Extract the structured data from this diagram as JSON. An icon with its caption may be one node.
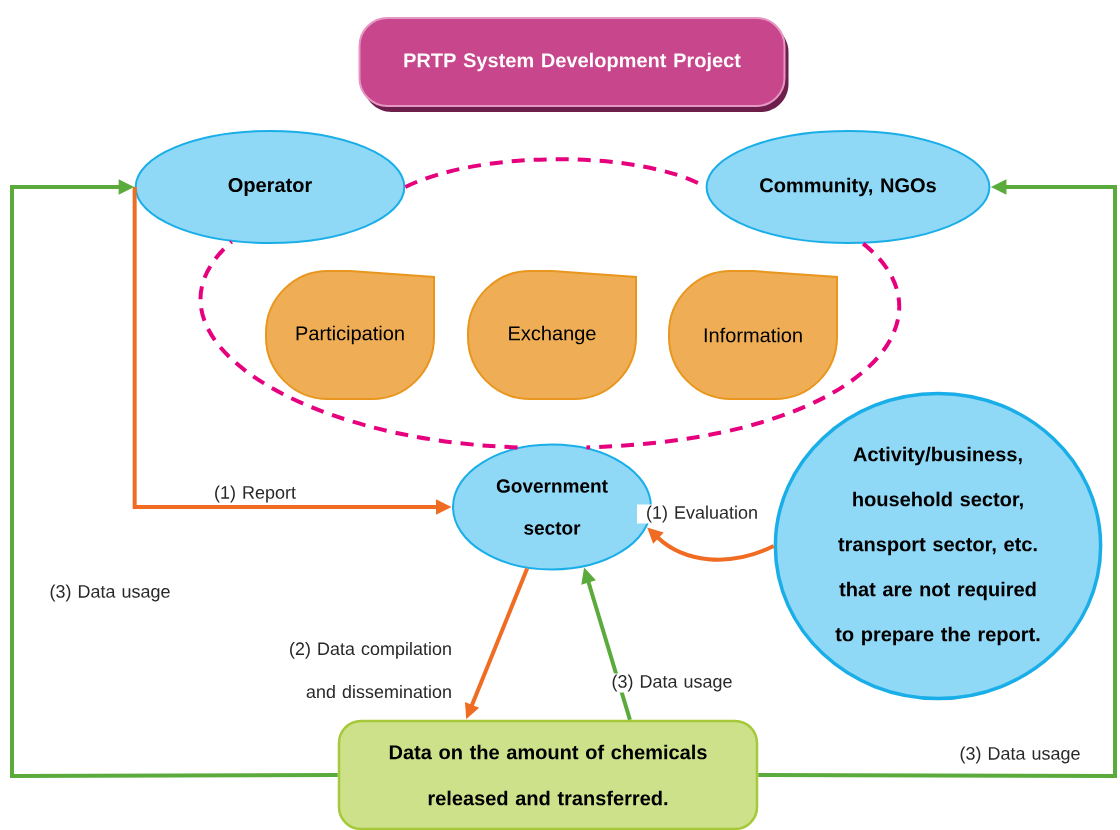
{
  "diagram": {
    "nodes": [
      {
        "text": [
          "PRTP System Development Project"
        ]
      },
      {
        "text": [
          "Operator"
        ]
      },
      {
        "text": [
          "Community, NGOs"
        ]
      },
      {
        "text": [
          "Participation"
        ]
      },
      {
        "text": [
          "Exchange"
        ]
      },
      {
        "text": [
          "Information"
        ]
      },
      {
        "text": [
          "Government sector"
        ]
      },
      {
        "text": [
          "Activity/business, household sector, transport sector, etc. that are not required to prepare the report."
        ]
      },
      {
        "text": [
          "Data on the amount of chemicals released and transferred."
        ]
      }
    ],
    "edges": [
      {
        "from": 1,
        "to": 6,
        "arrow": "to",
        "label": "(1) Report",
        "color": "#f06c23"
      },
      {
        "from": 7,
        "to": 6,
        "arrow": "to",
        "label": "(1) Evaluation",
        "color": "#f06c23"
      },
      {
        "from": 6,
        "to": 8,
        "arrow": "to",
        "label": "(2) Data compilation and dissemination",
        "color": "#f06c23"
      },
      {
        "from": 8,
        "to": 6,
        "arrow": "to",
        "label": "(3) Data usage",
        "color": "#5aab3c"
      },
      {
        "from": 8,
        "to": 1,
        "arrow": "to",
        "label": "(3) Data usage",
        "color": "#5aab3c"
      },
      {
        "from": 8,
        "to": 2,
        "arrow": "to",
        "label": "(3) Data usage",
        "color": "#5aab3c"
      },
      {
        "from": 1,
        "to": 2,
        "arrow": "none",
        "style": "dashed",
        "color": "#e6007e"
      },
      {
        "from": 2,
        "to": 6,
        "arrow": "none",
        "style": "dashed",
        "color": "#e6007e"
      },
      {
        "from": 6,
        "to": 1,
        "arrow": "none",
        "style": "dashed",
        "color": "#e6007e"
      }
    ]
  }
}
